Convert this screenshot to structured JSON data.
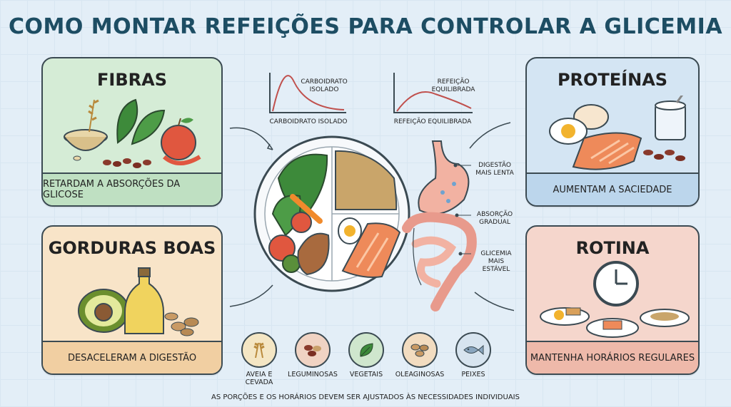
{
  "title": "COMO MONTAR REFEIÇÕES PARA CONTROLAR A GLICEMIA",
  "cards": {
    "fibras": {
      "title": "FIBRAS",
      "caption": "RETARDAM A ABSORÇÕES DA GLICOSE"
    },
    "proteinas": {
      "title": "PROTEÍNAS",
      "caption": "AUMENTAM A SACIEDADE"
    },
    "gorduras": {
      "title": "GORDURAS BOAS",
      "caption": "DESACELERAM A DIGESTÃO"
    },
    "rotina": {
      "title": "ROTINA",
      "caption": "MANTENHA HORÁRIOS REGULARES"
    }
  },
  "graphs": {
    "carb": {
      "inner_label": "CARBOIDRATO ISOLADO",
      "caption": "CARBOIDRATO ISOLADO"
    },
    "balanced": {
      "inner_label": "REFEIÇÃO EQUILIBRADA",
      "caption": "REFEIÇÃO EQUILIBRADA"
    }
  },
  "annotations": {
    "digestion": "DIGESTÃO MAIS LENTA",
    "absorption": "ABSORÇÃO GRADUAL",
    "glycemia": "GLICEMIA MAIS ESTÁVEL"
  },
  "categories": [
    {
      "label": "AVEIA E CEVADA",
      "icon": "oat-icon",
      "color": "#f4e6c4"
    },
    {
      "label": "LEGUMINOSAS",
      "icon": "beans-icon",
      "color": "#f0d3c3"
    },
    {
      "label": "VEGETAIS",
      "icon": "leaf-icon",
      "color": "#cfe6cd"
    },
    {
      "label": "OLEAGINOSAS",
      "icon": "nuts-icon",
      "color": "#f2dcc0"
    },
    {
      "label": "PEIXES",
      "icon": "fish-icon",
      "color": "#d7e4ef"
    }
  ],
  "footer": "AS PORÇÕES E OS HORÁRIOS DEVEM SER AJUSTADOS ÀS NECESSIDADES INDIVIDUAIS",
  "colors": {
    "title": "#1d4d63",
    "outline": "#3b4a52",
    "fibras": "#d5ecd6",
    "proteinas": "#d4e5f3",
    "gorduras": "#f8e4c8",
    "rotina": "#f5d6cc",
    "curve": "#c0504d"
  }
}
